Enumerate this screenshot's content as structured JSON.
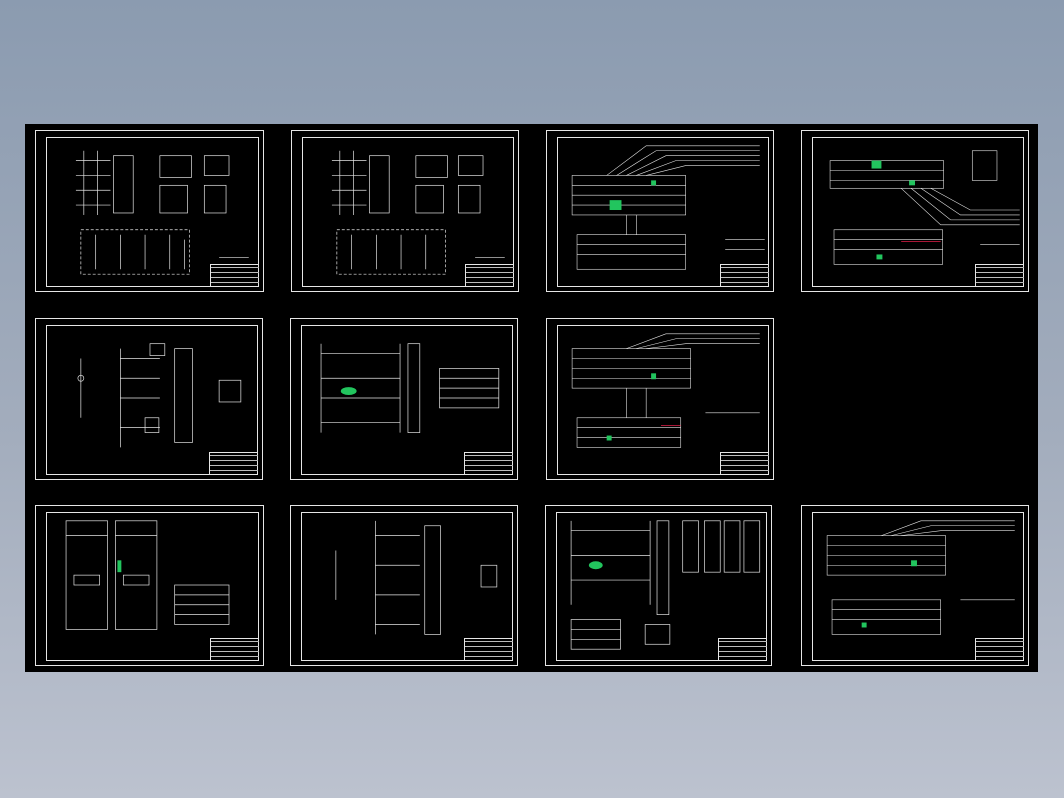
{
  "colors": {
    "background_top": "#8b9bb0",
    "background_bottom": "#bcc2cf",
    "modelspace": "#000000",
    "linework": "#e6e6e6",
    "highlight_green": "#22c55e",
    "highlight_red": "#e11d48"
  },
  "sheets": [
    {
      "id": "sheet-r1c1",
      "kind": "schematic-with-tables"
    },
    {
      "id": "sheet-r1c2",
      "kind": "schematic-with-tables"
    },
    {
      "id": "sheet-r1c3",
      "kind": "terminal-wiring"
    },
    {
      "id": "sheet-r1c4",
      "kind": "terminal-wiring"
    },
    {
      "id": "sheet-r2c1",
      "kind": "control-schematic"
    },
    {
      "id": "sheet-r2c2",
      "kind": "control-schematic"
    },
    {
      "id": "sheet-r2c3",
      "kind": "terminal-wiring"
    },
    {
      "id": "sheet-r3c1",
      "kind": "panel-layout"
    },
    {
      "id": "sheet-r3c2",
      "kind": "control-schematic"
    },
    {
      "id": "sheet-r3c3",
      "kind": "control-schematic"
    },
    {
      "id": "sheet-r3c4",
      "kind": "terminal-wiring"
    }
  ]
}
